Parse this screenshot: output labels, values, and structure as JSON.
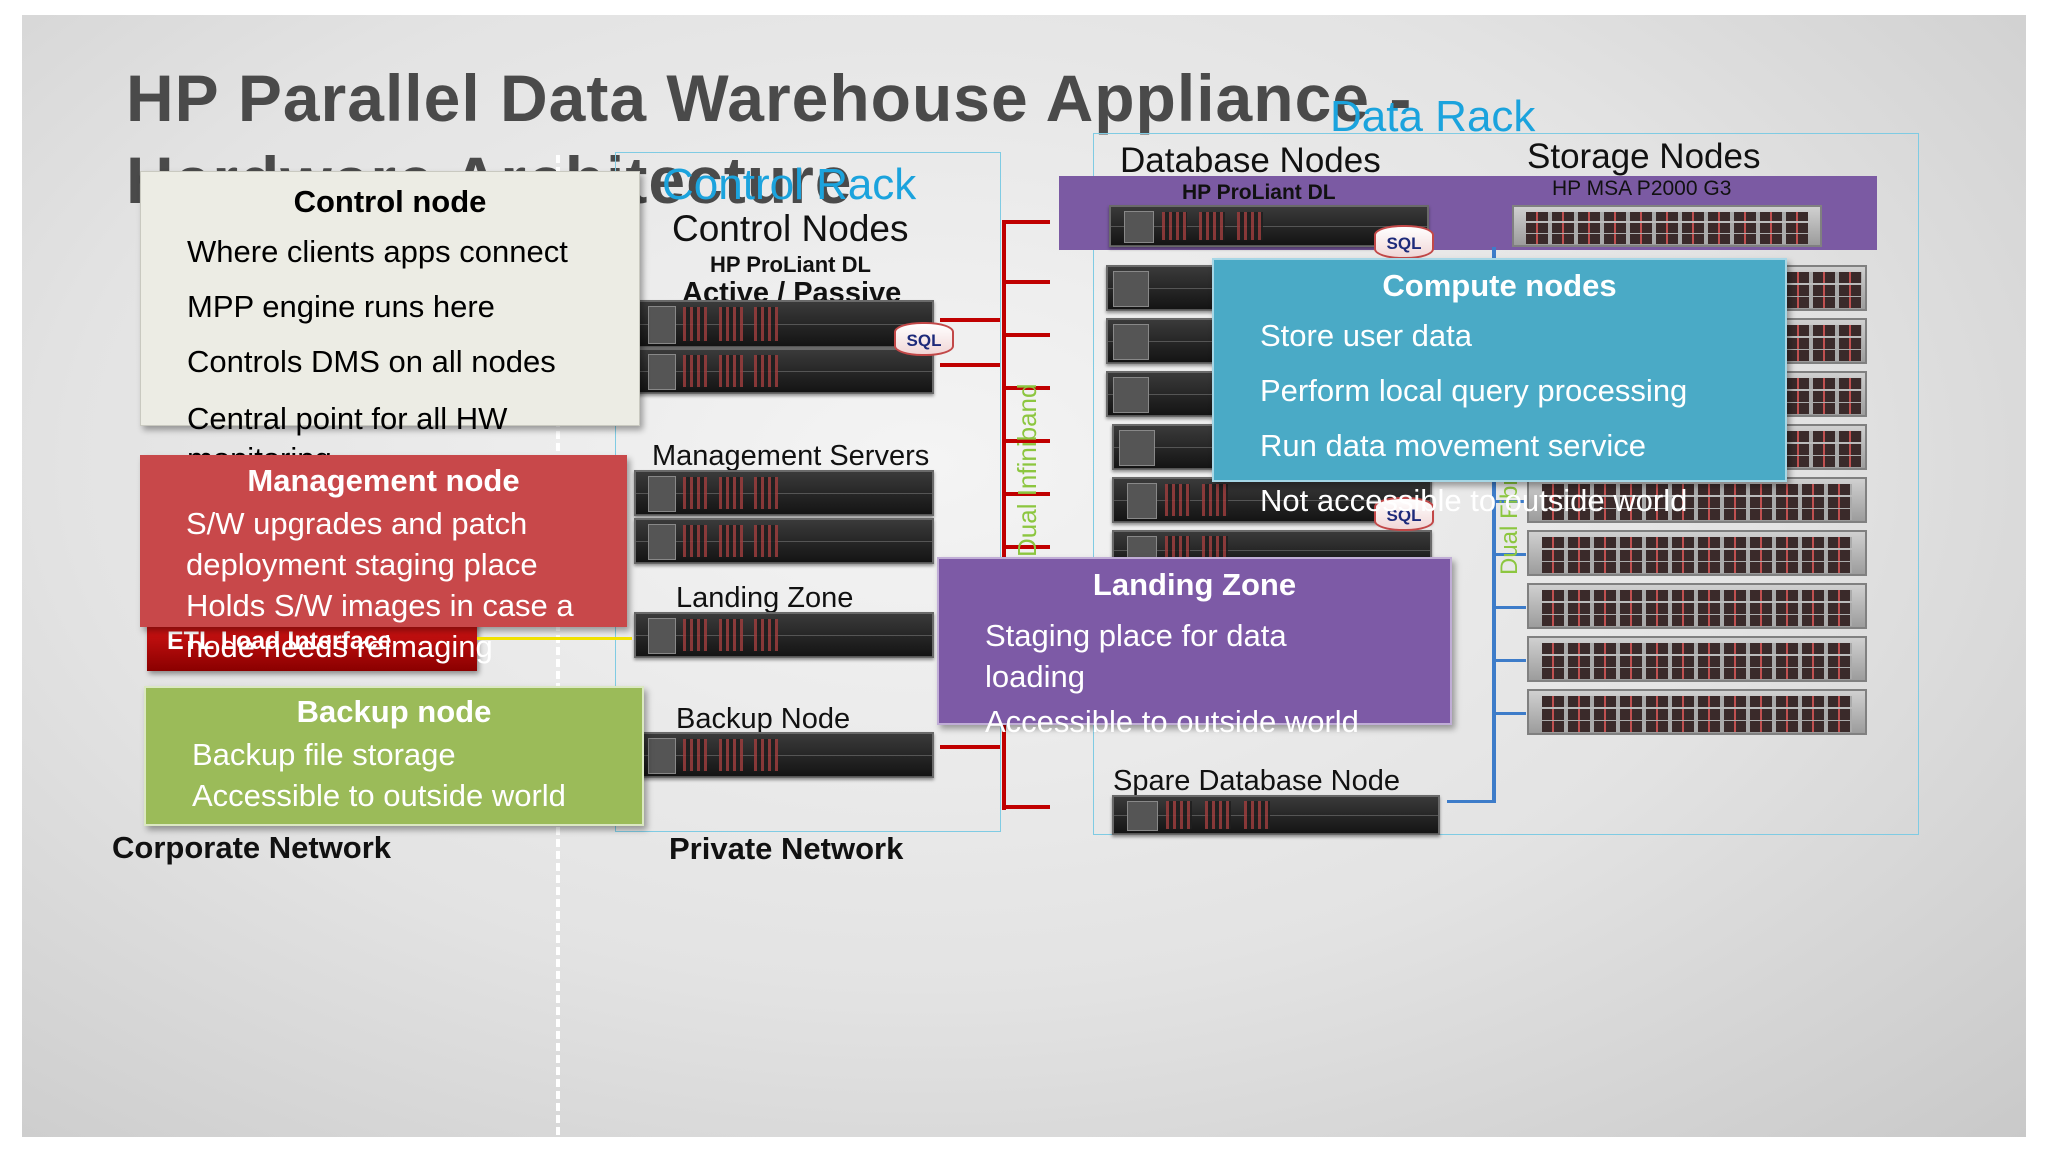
{
  "title": {
    "line1": "HP Parallel Data Warehouse Appliance -",
    "line2": "Hardware Architecture"
  },
  "racks": {
    "control": "Control Rack",
    "data": "Data Rack"
  },
  "control_rack": {
    "heading": "Control Nodes",
    "model": "HP ProLiant DL",
    "mode": "Active / Passive",
    "management": "Management Servers",
    "landing": "Landing Zone",
    "backup": "Backup Node"
  },
  "data_rack": {
    "db_nodes": "Database Nodes",
    "db_model": "HP ProLiant DL",
    "storage_nodes": "Storage Nodes",
    "storage_model": "HP MSA P2000 G3",
    "spare": "Spare Database Node",
    "infiniband": "Dual Infiniband",
    "fibre": "Dual Fibre"
  },
  "sql_label": "SQL",
  "control_box": {
    "title": "Control node",
    "items": [
      "Where clients apps connect",
      "MPP engine runs here",
      "Controls DMS on all nodes",
      "Central point for all HW monitoring"
    ]
  },
  "management_box": {
    "title": "Management node",
    "items": [
      "S/W upgrades and patch deployment staging place",
      "Holds S/W images in case a node needs reimaging"
    ]
  },
  "etl_label": "ETL Load Interface",
  "backup_box": {
    "title": "Backup node",
    "items": [
      "Backup file storage",
      "Accessible to outside world"
    ]
  },
  "compute_box": {
    "title": "Compute nodes",
    "items": [
      "Store user data",
      "Perform local query processing",
      "Run data movement service",
      "Not accessible to outside world"
    ]
  },
  "landing_box": {
    "title": "Landing Zone",
    "items": [
      "Staging place for data loading",
      "Accessible to outside world"
    ]
  },
  "networks": {
    "corporate": "Corporate Network",
    "private": "Private Network"
  },
  "colors": {
    "rack_title": "#1ba3dd",
    "control_box": "#ecece4",
    "management_box": "#c8484a",
    "backup_box": "#9bbb59",
    "compute_box": "#4aaac6",
    "landing_box": "#7d5aa6",
    "infiniband": "#c00000",
    "fibre": "#3d7cc9"
  }
}
